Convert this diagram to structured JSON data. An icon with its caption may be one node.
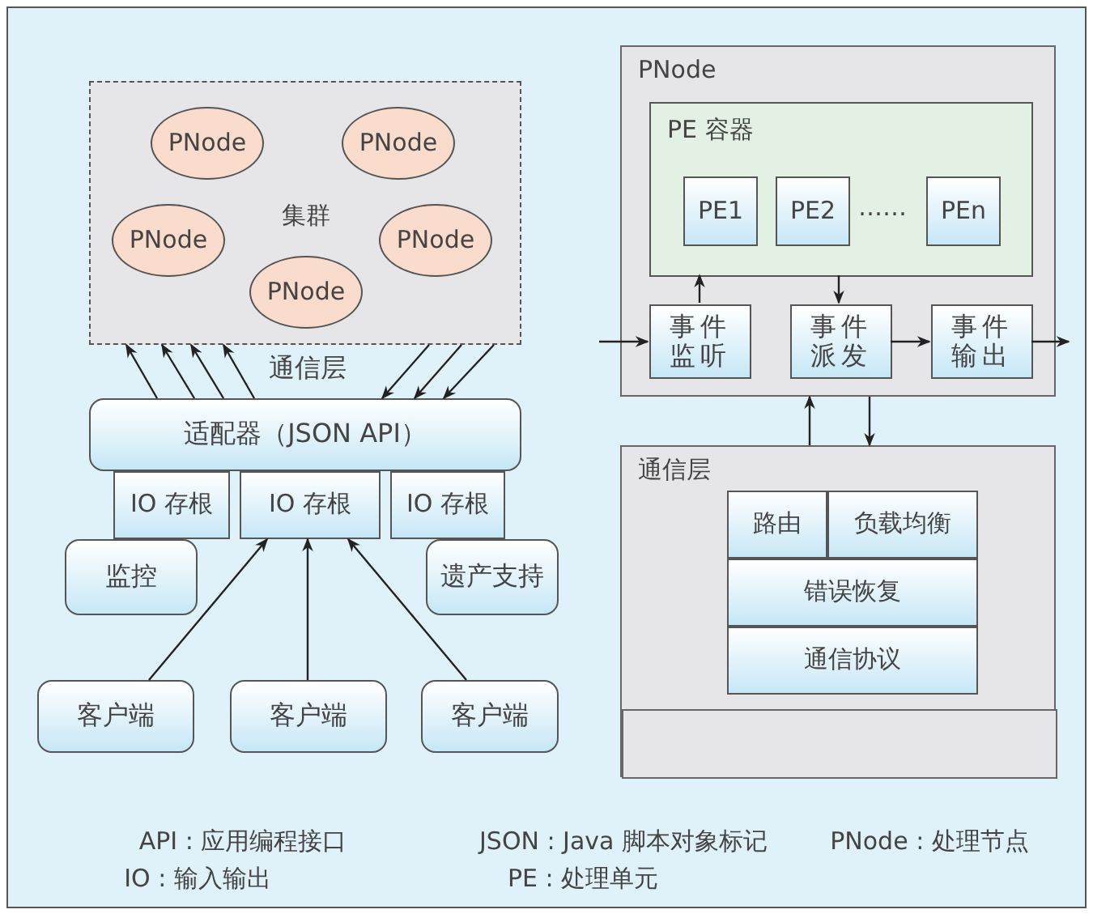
{
  "diagram": {
    "nodes": [
      {
        "text": [
          "集群"
        ]
      },
      {
        "text": [
          "PNode"
        ],
        "in": 0
      },
      {
        "text": [
          "PNode"
        ],
        "in": 0
      },
      {
        "text": [
          "PNode"
        ],
        "in": 0
      },
      {
        "text": [
          "PNode"
        ],
        "in": 0
      },
      {
        "text": [
          "PNode"
        ],
        "in": 0
      },
      {
        "text": [
          "适配器（JSON API）"
        ]
      },
      {
        "text": [
          "IO 存根"
        ]
      },
      {
        "text": [
          "IO 存根"
        ]
      },
      {
        "text": [
          "IO 存根"
        ]
      },
      {
        "text": [
          "监控"
        ]
      },
      {
        "text": [
          "遗产支持"
        ]
      },
      {
        "text": [
          "客户端"
        ]
      },
      {
        "text": [
          "客户端"
        ]
      },
      {
        "text": [
          "客户端"
        ]
      },
      {
        "text": [
          "PNode"
        ]
      },
      {
        "text": [
          "PE 容器"
        ],
        "in": 15
      },
      {
        "text": [
          "PE1"
        ],
        "in": 16
      },
      {
        "text": [
          "PE2"
        ],
        "in": 16
      },
      {
        "text": [
          "PEn"
        ],
        "in": 16
      },
      {
        "text": [
          "事件监听"
        ],
        "in": 15
      },
      {
        "text": [
          "事件派发"
        ],
        "in": 15
      },
      {
        "text": [
          "事件输出"
        ],
        "in": 15
      },
      {
        "text": [
          "通信层"
        ]
      },
      {
        "text": [
          "路由"
        ],
        "in": 23
      },
      {
        "text": [
          "负载均衡"
        ],
        "in": 23
      },
      {
        "text": [
          "错误恢复"
        ],
        "in": 23
      },
      {
        "text": [
          "通信协议"
        ],
        "in": 23
      },
      {
        "text": [],
        "shape": "box",
        "in": 23
      }
    ],
    "edges": [
      {
        "from": 6,
        "to": 0,
        "arrow": "to"
      },
      {
        "from": 6,
        "to": 0,
        "arrow": "to"
      },
      {
        "from": 6,
        "to": 0,
        "arrow": "to"
      },
      {
        "from": 6,
        "to": 0,
        "arrow": "to"
      },
      {
        "from": 0,
        "to": 6,
        "arrow": "to"
      },
      {
        "from": 0,
        "to": 6,
        "arrow": "to"
      },
      {
        "from": 0,
        "to": 6,
        "arrow": "to"
      },
      {
        "from": 12,
        "to": 8,
        "arrow": "to"
      },
      {
        "from": 13,
        "to": 8,
        "arrow": "to"
      },
      {
        "from": 14,
        "to": 8,
        "arrow": "to"
      },
      {
        "from": null,
        "to": 20,
        "arrow": "to"
      },
      {
        "from": 20,
        "to": 16,
        "arrow": "to"
      },
      {
        "from": 16,
        "to": 21,
        "arrow": "to"
      },
      {
        "from": 21,
        "to": 22,
        "arrow": "to"
      },
      {
        "from": 22,
        "to": null,
        "arrow": "to"
      },
      {
        "from": 23,
        "to": 15,
        "arrow": "to"
      },
      {
        "from": 15,
        "to": 23,
        "arrow": "to"
      }
    ],
    "labels": [
      "通信层",
      "……",
      "API : 应用编程接口",
      "JSON : Java 脚本对象标记",
      "PNode : 处理节点",
      "IO : 输入输出",
      "PE : 处理单元"
    ]
  }
}
